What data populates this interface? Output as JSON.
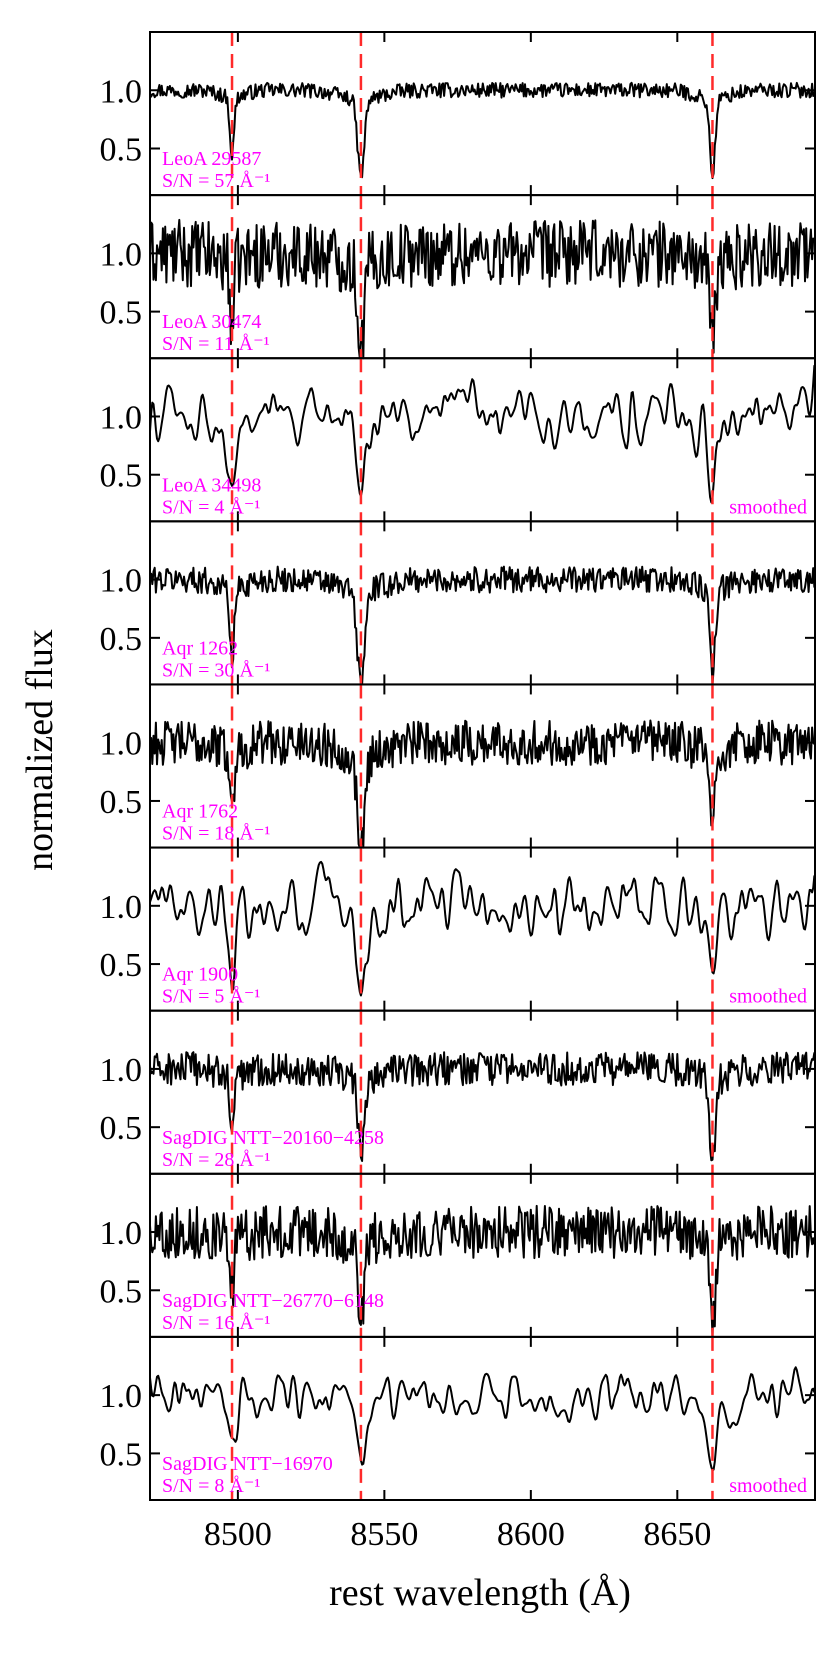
{
  "chart_data": {
    "type": "line",
    "title": "",
    "xlabel": "rest wavelength (Å)",
    "ylabel": "normalized flux",
    "xlim": [
      8470,
      8697
    ],
    "ylim": [
      0.1,
      1.5
    ],
    "xticks": [
      8500,
      8550,
      8600,
      8650
    ],
    "xtick_labels": [
      "8500",
      "8550",
      "8600",
      "8650"
    ],
    "yticks": [
      0.5,
      1.0
    ],
    "ytick_labels": [
      "0.5",
      "1.0"
    ],
    "grid": false,
    "reference_lines": {
      "x": [
        8498,
        8542,
        8662
      ],
      "color": "#ff2a2a",
      "style": "dashed"
    },
    "line_color": "#000000",
    "label_color": "#ff00ff",
    "series": [
      {
        "name": "LeoA 29587",
        "sn_text": "S/N = 57 Å⁻¹",
        "note": "",
        "noise": 0.04,
        "smoothed": false,
        "lines": [
          {
            "center": 8498,
            "depth": 0.5,
            "width": 1.0
          },
          {
            "center": 8542,
            "depth": 0.67,
            "width": 1.6
          },
          {
            "center": 8662,
            "depth": 0.65,
            "width": 1.3
          }
        ]
      },
      {
        "name": "LeoA 30474",
        "sn_text": "S/N = 11 Å⁻¹",
        "note": "",
        "noise": 0.18,
        "smoothed": false,
        "lines": [
          {
            "center": 8498,
            "depth": 0.55,
            "width": 1.0
          },
          {
            "center": 8542,
            "depth": 0.75,
            "width": 1.5
          },
          {
            "center": 8662,
            "depth": 0.7,
            "width": 1.3
          }
        ]
      },
      {
        "name": "LeoA 34498",
        "sn_text": "S/N = 4 Å⁻¹",
        "note": "smoothed",
        "noise": 0.22,
        "smoothed": true,
        "lines": [
          {
            "center": 8498,
            "depth": 0.6,
            "width": 1.8
          },
          {
            "center": 8542,
            "depth": 0.65,
            "width": 2.0
          },
          {
            "center": 8662,
            "depth": 0.6,
            "width": 2.0
          }
        ]
      },
      {
        "name": "Aqr 1262",
        "sn_text": "S/N = 30 Å⁻¹",
        "note": "",
        "noise": 0.07,
        "smoothed": false,
        "lines": [
          {
            "center": 8498,
            "depth": 0.65,
            "width": 1.0
          },
          {
            "center": 8542,
            "depth": 0.8,
            "width": 1.8
          },
          {
            "center": 8662,
            "depth": 0.75,
            "width": 1.3
          }
        ]
      },
      {
        "name": "Aqr 1762",
        "sn_text": "S/N = 18 Å⁻¹",
        "note": "",
        "noise": 0.12,
        "smoothed": false,
        "lines": [
          {
            "center": 8498,
            "depth": 0.55,
            "width": 1.0
          },
          {
            "center": 8542,
            "depth": 0.8,
            "width": 1.8
          },
          {
            "center": 8662,
            "depth": 0.65,
            "width": 1.3
          }
        ]
      },
      {
        "name": "Aqr 1900",
        "sn_text": "S/N = 5 Å⁻¹",
        "note": "smoothed",
        "noise": 0.2,
        "smoothed": true,
        "lines": [
          {
            "center": 8498,
            "depth": 0.55,
            "width": 1.8
          },
          {
            "center": 8542,
            "depth": 0.7,
            "width": 2.0
          },
          {
            "center": 8662,
            "depth": 0.5,
            "width": 2.0
          }
        ]
      },
      {
        "name": "SagDIG NTT−20160−4258",
        "sn_text": "S/N = 28 Å⁻¹",
        "note": "",
        "noise": 0.09,
        "smoothed": false,
        "lines": [
          {
            "center": 8498,
            "depth": 0.5,
            "width": 1.0
          },
          {
            "center": 8542,
            "depth": 0.65,
            "width": 1.5
          },
          {
            "center": 8662,
            "depth": 0.75,
            "width": 1.2
          }
        ]
      },
      {
        "name": "SagDIG NTT−26770−6148",
        "sn_text": "S/N = 16 Å⁻¹",
        "note": "",
        "noise": 0.14,
        "smoothed": false,
        "lines": [
          {
            "center": 8498,
            "depth": 0.5,
            "width": 1.0
          },
          {
            "center": 8542,
            "depth": 0.65,
            "width": 1.5
          },
          {
            "center": 8662,
            "depth": 0.8,
            "width": 1.2
          }
        ]
      },
      {
        "name": "SagDIG NTT−16970",
        "sn_text": "S/N = 8 Å⁻¹",
        "note": "smoothed",
        "noise": 0.12,
        "smoothed": true,
        "lines": [
          {
            "center": 8498,
            "depth": 0.3,
            "width": 2.2
          },
          {
            "center": 8542,
            "depth": 0.45,
            "width": 2.4
          },
          {
            "center": 8662,
            "depth": 0.55,
            "width": 2.2
          }
        ]
      }
    ]
  }
}
